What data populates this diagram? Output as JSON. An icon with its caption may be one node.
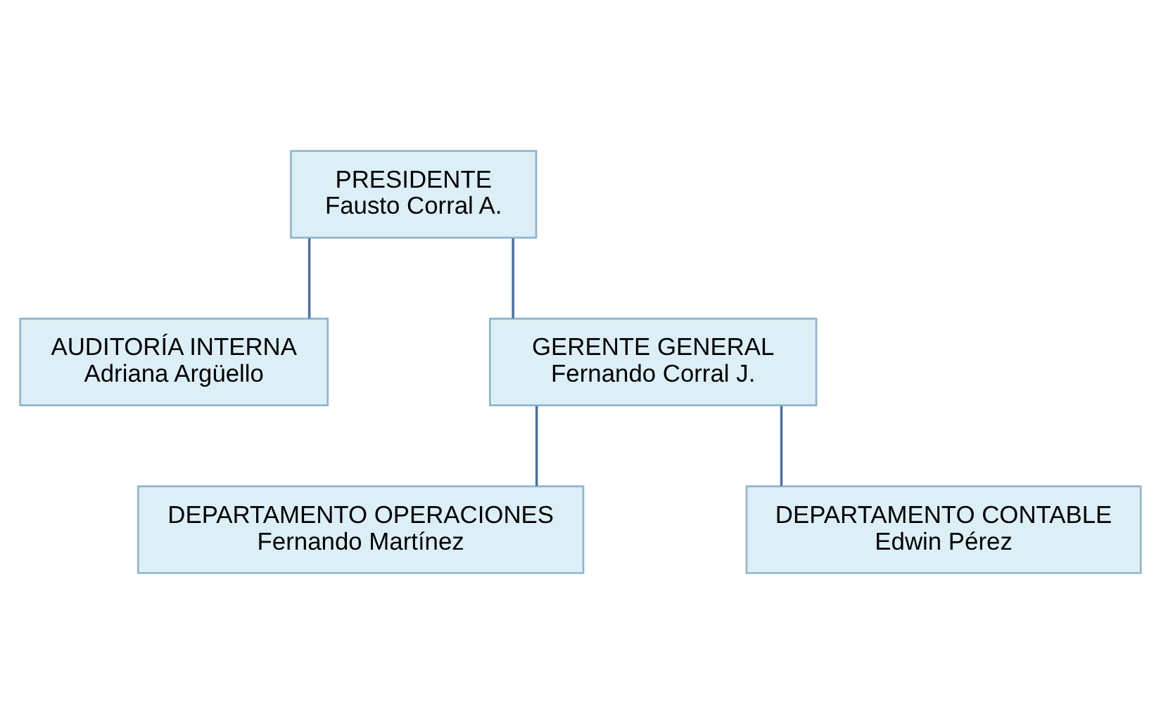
{
  "diagram": {
    "nodes": [
      {
        "text": [
          "PRESIDENTE",
          "Fausto Corral A."
        ]
      },
      {
        "text": [
          "AUDITORÍA INTERNA",
          "Adriana Argüello"
        ]
      },
      {
        "text": [
          "GERENTE GENERAL",
          "Fernando Corral J."
        ]
      },
      {
        "text": [
          "DEPARTAMENTO OPERACIONES",
          "Fernando Martínez"
        ]
      },
      {
        "text": [
          "DEPARTAMENTO CONTABLE",
          "Edwin Pérez"
        ]
      }
    ],
    "edges": [
      {
        "from": 0,
        "to": 2,
        "arrow": "none"
      },
      {
        "from": 0,
        "to": 1,
        "arrow": "none"
      },
      {
        "from": 2,
        "to": 3,
        "arrow": "none"
      },
      {
        "from": 2,
        "to": 4,
        "arrow": "none"
      }
    ]
  }
}
